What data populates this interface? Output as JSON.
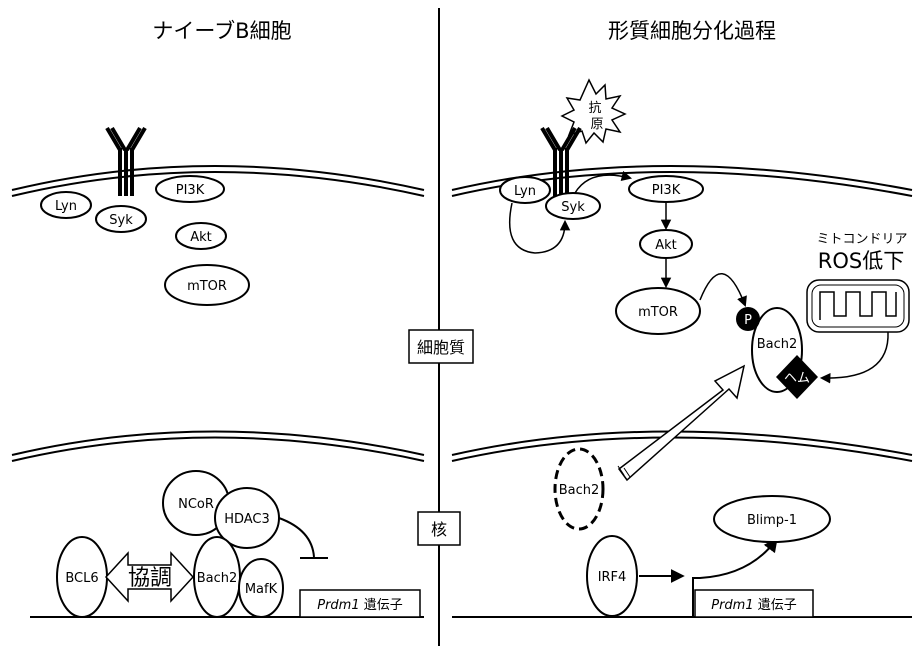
{
  "left_title": "ナイーブB細胞",
  "right_title": "形質細胞分化過程",
  "cytoplasm_label": "細胞質",
  "nucleus_label": "核",
  "left": {
    "proteins": {
      "lyn": "Lyn",
      "syk": "Syk",
      "pi3k": "PI3K",
      "akt": "Akt",
      "mtor": "mTOR",
      "ncor": "NCoR",
      "hdac3": "HDAC3",
      "bcl6": "BCL6",
      "bach2": "Bach2",
      "mafk": "MafK"
    },
    "cooperation_label": "協調",
    "gene_italic": "Prdm1",
    "gene_suffix": " 遺伝子"
  },
  "right": {
    "antigen_line1": "抗",
    "antigen_line2": "原",
    "proteins": {
      "lyn": "Lyn",
      "syk": "Syk",
      "pi3k": "PI3K",
      "akt": "Akt",
      "mtor": "mTOR",
      "bach2_cyto": "Bach2",
      "bach2_nuc": "Bach2",
      "irf4": "IRF4",
      "blimp1": "Blimp-1"
    },
    "phospho": "P",
    "heme": "ヘム",
    "mito_label": "ミトコンドリア",
    "ros_label": "ROS低下",
    "gene_italic": "Prdm1",
    "gene_suffix": " 遺伝子"
  }
}
